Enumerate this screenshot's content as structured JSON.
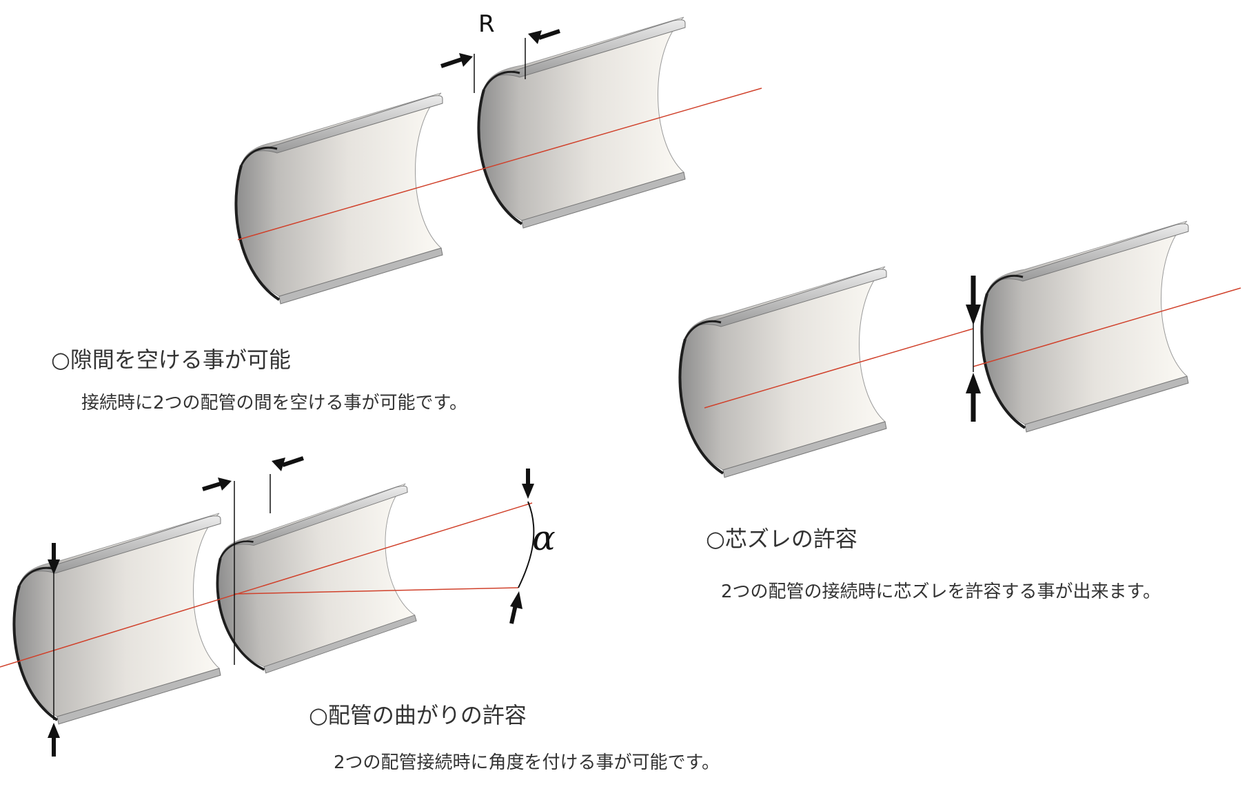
{
  "labels": {
    "gap_symbol": "R",
    "angle_symbol": "α"
  },
  "sections": {
    "gap": {
      "heading": "○隙間を空ける事が可能",
      "description": "接続時に2つの配管の間を空ける事が可能です。"
    },
    "offset": {
      "heading": "○芯ズレの許容",
      "description": "2つの配管の接続時に芯ズレを許容する事が出来ます。"
    },
    "bend": {
      "heading": "○配管の曲がりの許容",
      "description": "2つの配管接続時に角度を付ける事が可能です。"
    }
  },
  "colors": {
    "centerline": "#d0402a",
    "pipe_dark": "#8a8a8a",
    "pipe_light": "#fbf8f2",
    "edge": "#1e1e1e"
  }
}
